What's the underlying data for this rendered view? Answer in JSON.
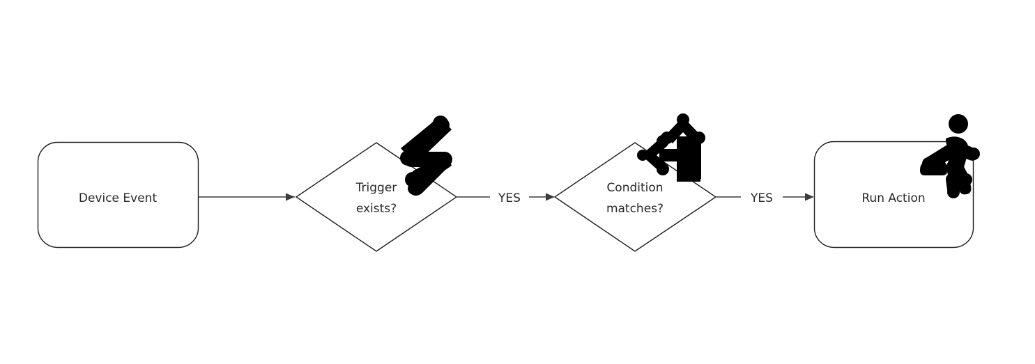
{
  "diagram": {
    "type": "flowchart",
    "orientation": "left-to-right",
    "background_color": "#ffffff",
    "text_color": "#272727",
    "stroke_color": "#1d1d1d",
    "connector_color": "#3c3c3c",
    "icon_color": "#000000",
    "nodes": [
      {
        "id": "device-event",
        "shape": "rounded-rectangle",
        "label": "Device Event",
        "label_lines": [
          "Device Event"
        ],
        "icon": null
      },
      {
        "id": "trigger-exists",
        "shape": "diamond",
        "label": "Trigger exists?",
        "label_lines": [
          "Trigger",
          "exists?"
        ],
        "icon": "lightning-bolt-icon"
      },
      {
        "id": "condition-matches",
        "shape": "diamond",
        "label": "Condition matches?",
        "label_lines": [
          "Condition",
          "matches?"
        ],
        "icon": "branch-arrow-icon"
      },
      {
        "id": "run-action",
        "shape": "rounded-rectangle",
        "label": "Run Action",
        "label_lines": [
          "Run Action"
        ],
        "icon": "running-person-icon"
      }
    ],
    "edges": [
      {
        "id": "edge-1",
        "from": "device-event",
        "to": "trigger-exists",
        "label": ""
      },
      {
        "id": "edge-2",
        "from": "trigger-exists",
        "to": "condition-matches",
        "label": "YES"
      },
      {
        "id": "edge-3",
        "from": "condition-matches",
        "to": "run-action",
        "label": "YES"
      }
    ]
  }
}
